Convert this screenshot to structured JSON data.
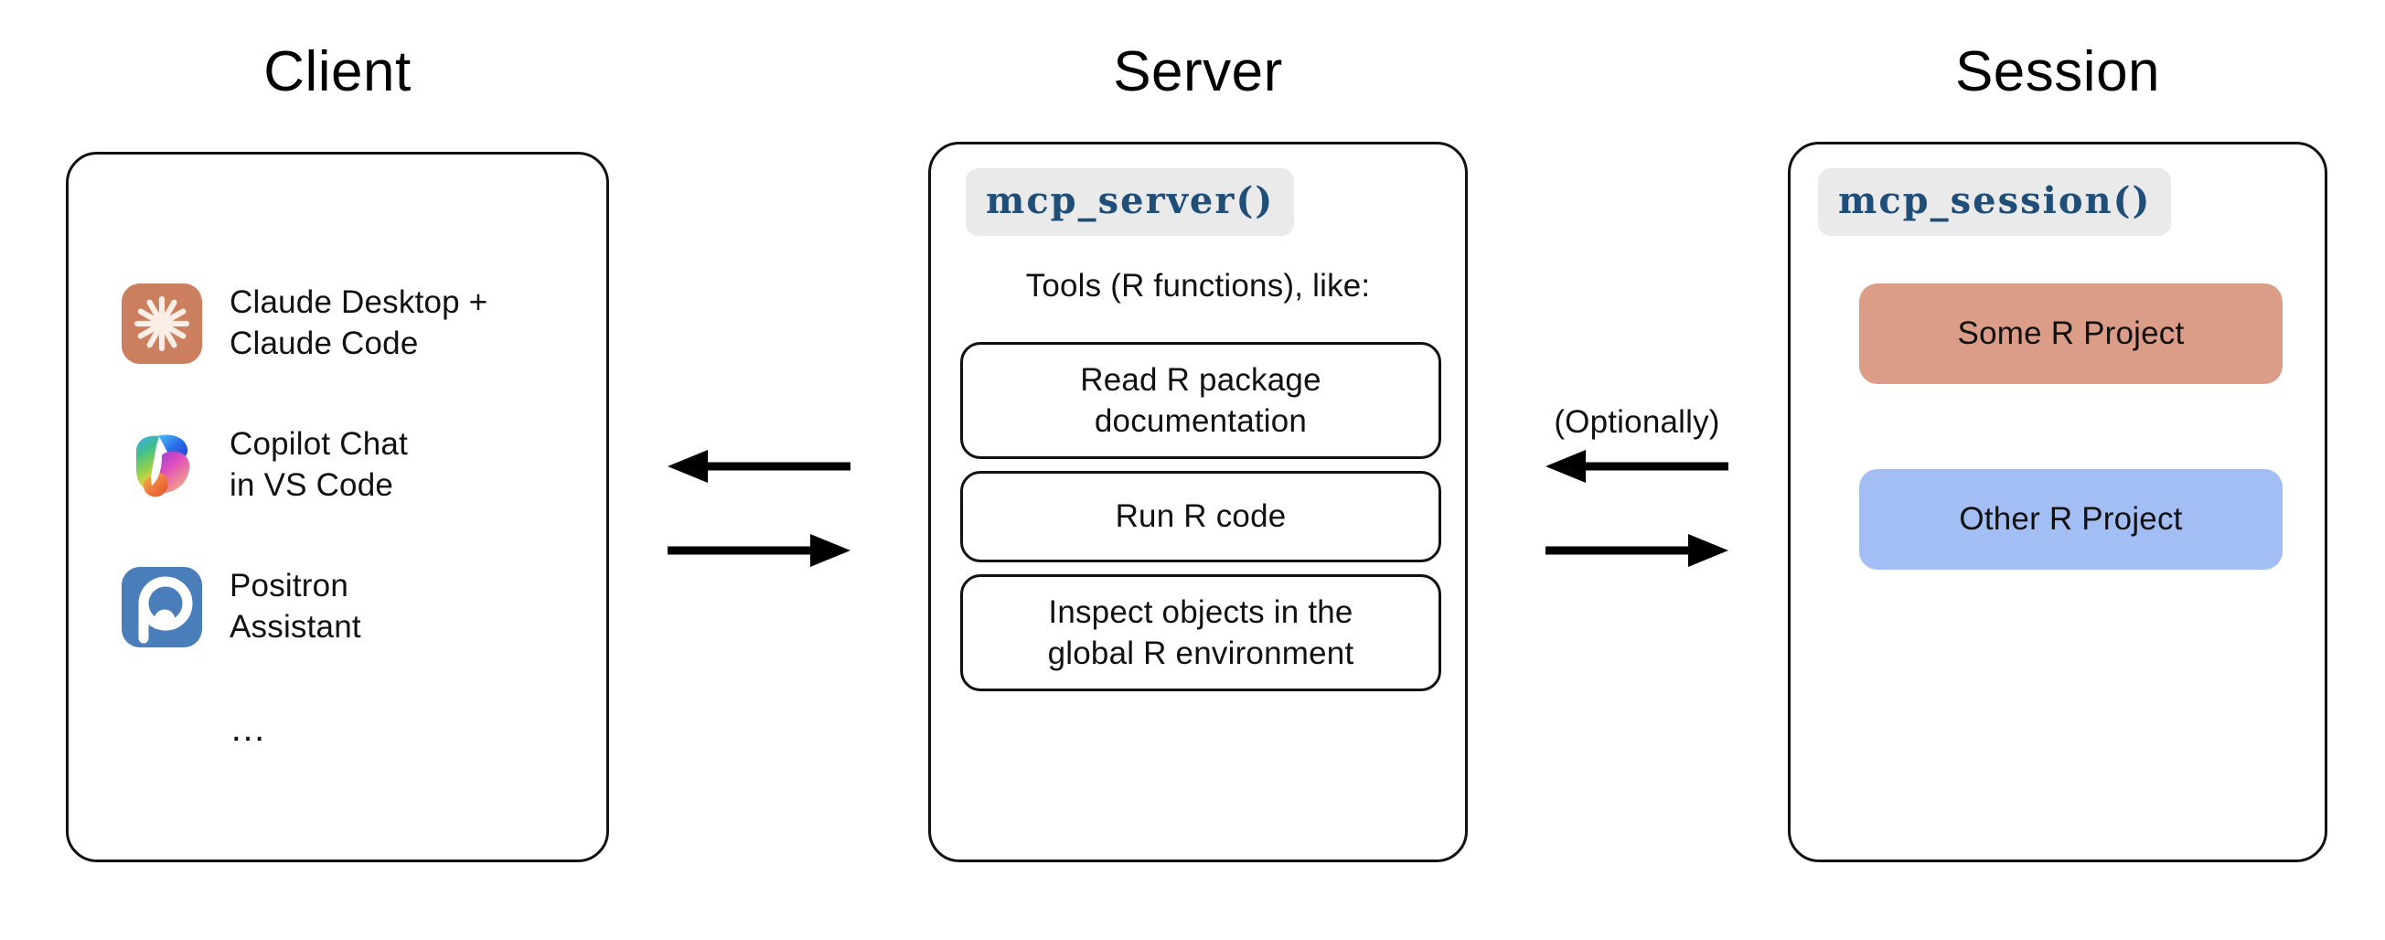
{
  "columns": {
    "client": {
      "title": "Client"
    },
    "server": {
      "title": "Server"
    },
    "session": {
      "title": "Session"
    }
  },
  "client": {
    "items": [
      {
        "label": "Claude Desktop +\nClaude Code",
        "icon": "claude-icon"
      },
      {
        "label": "Copilot Chat\nin VS Code",
        "icon": "copilot-icon"
      },
      {
        "label": "Positron\nAssistant",
        "icon": "positron-icon"
      }
    ],
    "ellipsis": "…"
  },
  "server": {
    "function_label": "mcp_server()",
    "tools_caption": "Tools (R functions), like:",
    "tools": [
      "Read R package\ndocumentation",
      "Run R code",
      "Inspect objects in the\nglobal R environment"
    ]
  },
  "session": {
    "function_label": "mcp_session()",
    "projects": [
      {
        "label": "Some R Project",
        "color": "#DB9D87"
      },
      {
        "label": "Other R Project",
        "color": "#A3BDF5"
      }
    ]
  },
  "connectors": {
    "client_server": {
      "note": ""
    },
    "server_session": {
      "note": "(Optionally)"
    }
  },
  "colors": {
    "code_text": "#1f4e79",
    "code_pill_bg": "#eaeaea",
    "outline": "#111111",
    "claude_icon_bg": "#CC7F5F",
    "claude_icon_fg": "#FAEEE6",
    "positron_icon_bg": "#4A7EBB",
    "positron_icon_fg": "#FFFFFF",
    "background": "#FFFFFF"
  }
}
